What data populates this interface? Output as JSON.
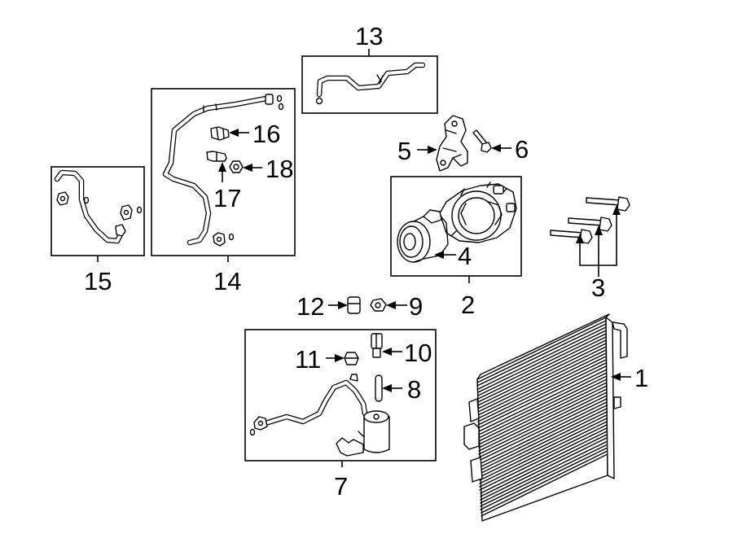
{
  "diagram": {
    "callouts": {
      "c1": "1",
      "c2": "2",
      "c3": "3",
      "c4": "4",
      "c5": "5",
      "c6": "6",
      "c7": "7",
      "c8": "8",
      "c9": "9",
      "c10": "10",
      "c11": "11",
      "c12": "12",
      "c13": "13",
      "c14": "14",
      "c15": "15",
      "c16": "16",
      "c17": "17",
      "c18": "18"
    },
    "parts": {
      "p1": "condenser-icon",
      "p2": "compressor-assembly-icon",
      "p3": "mounting-bolts-icon",
      "p4": "clutch-pulley-icon",
      "p5": "compressor-bracket-icon",
      "p6": "bracket-bolt-icon",
      "p7": "receiver-drier-assembly-icon",
      "p8": "drier-desiccant-icon",
      "p9": "nut-icon",
      "p10": "pressure-switch-icon",
      "p11": "cap-icon",
      "p12": "valve-cap-icon",
      "p13": "ac-line-icon",
      "p14": "discharge-hose-icon",
      "p15": "suction-hose-icon",
      "p16": "pressure-sensor-icon",
      "p17": "service-valve-icon",
      "p18": "line-nut-icon"
    }
  }
}
